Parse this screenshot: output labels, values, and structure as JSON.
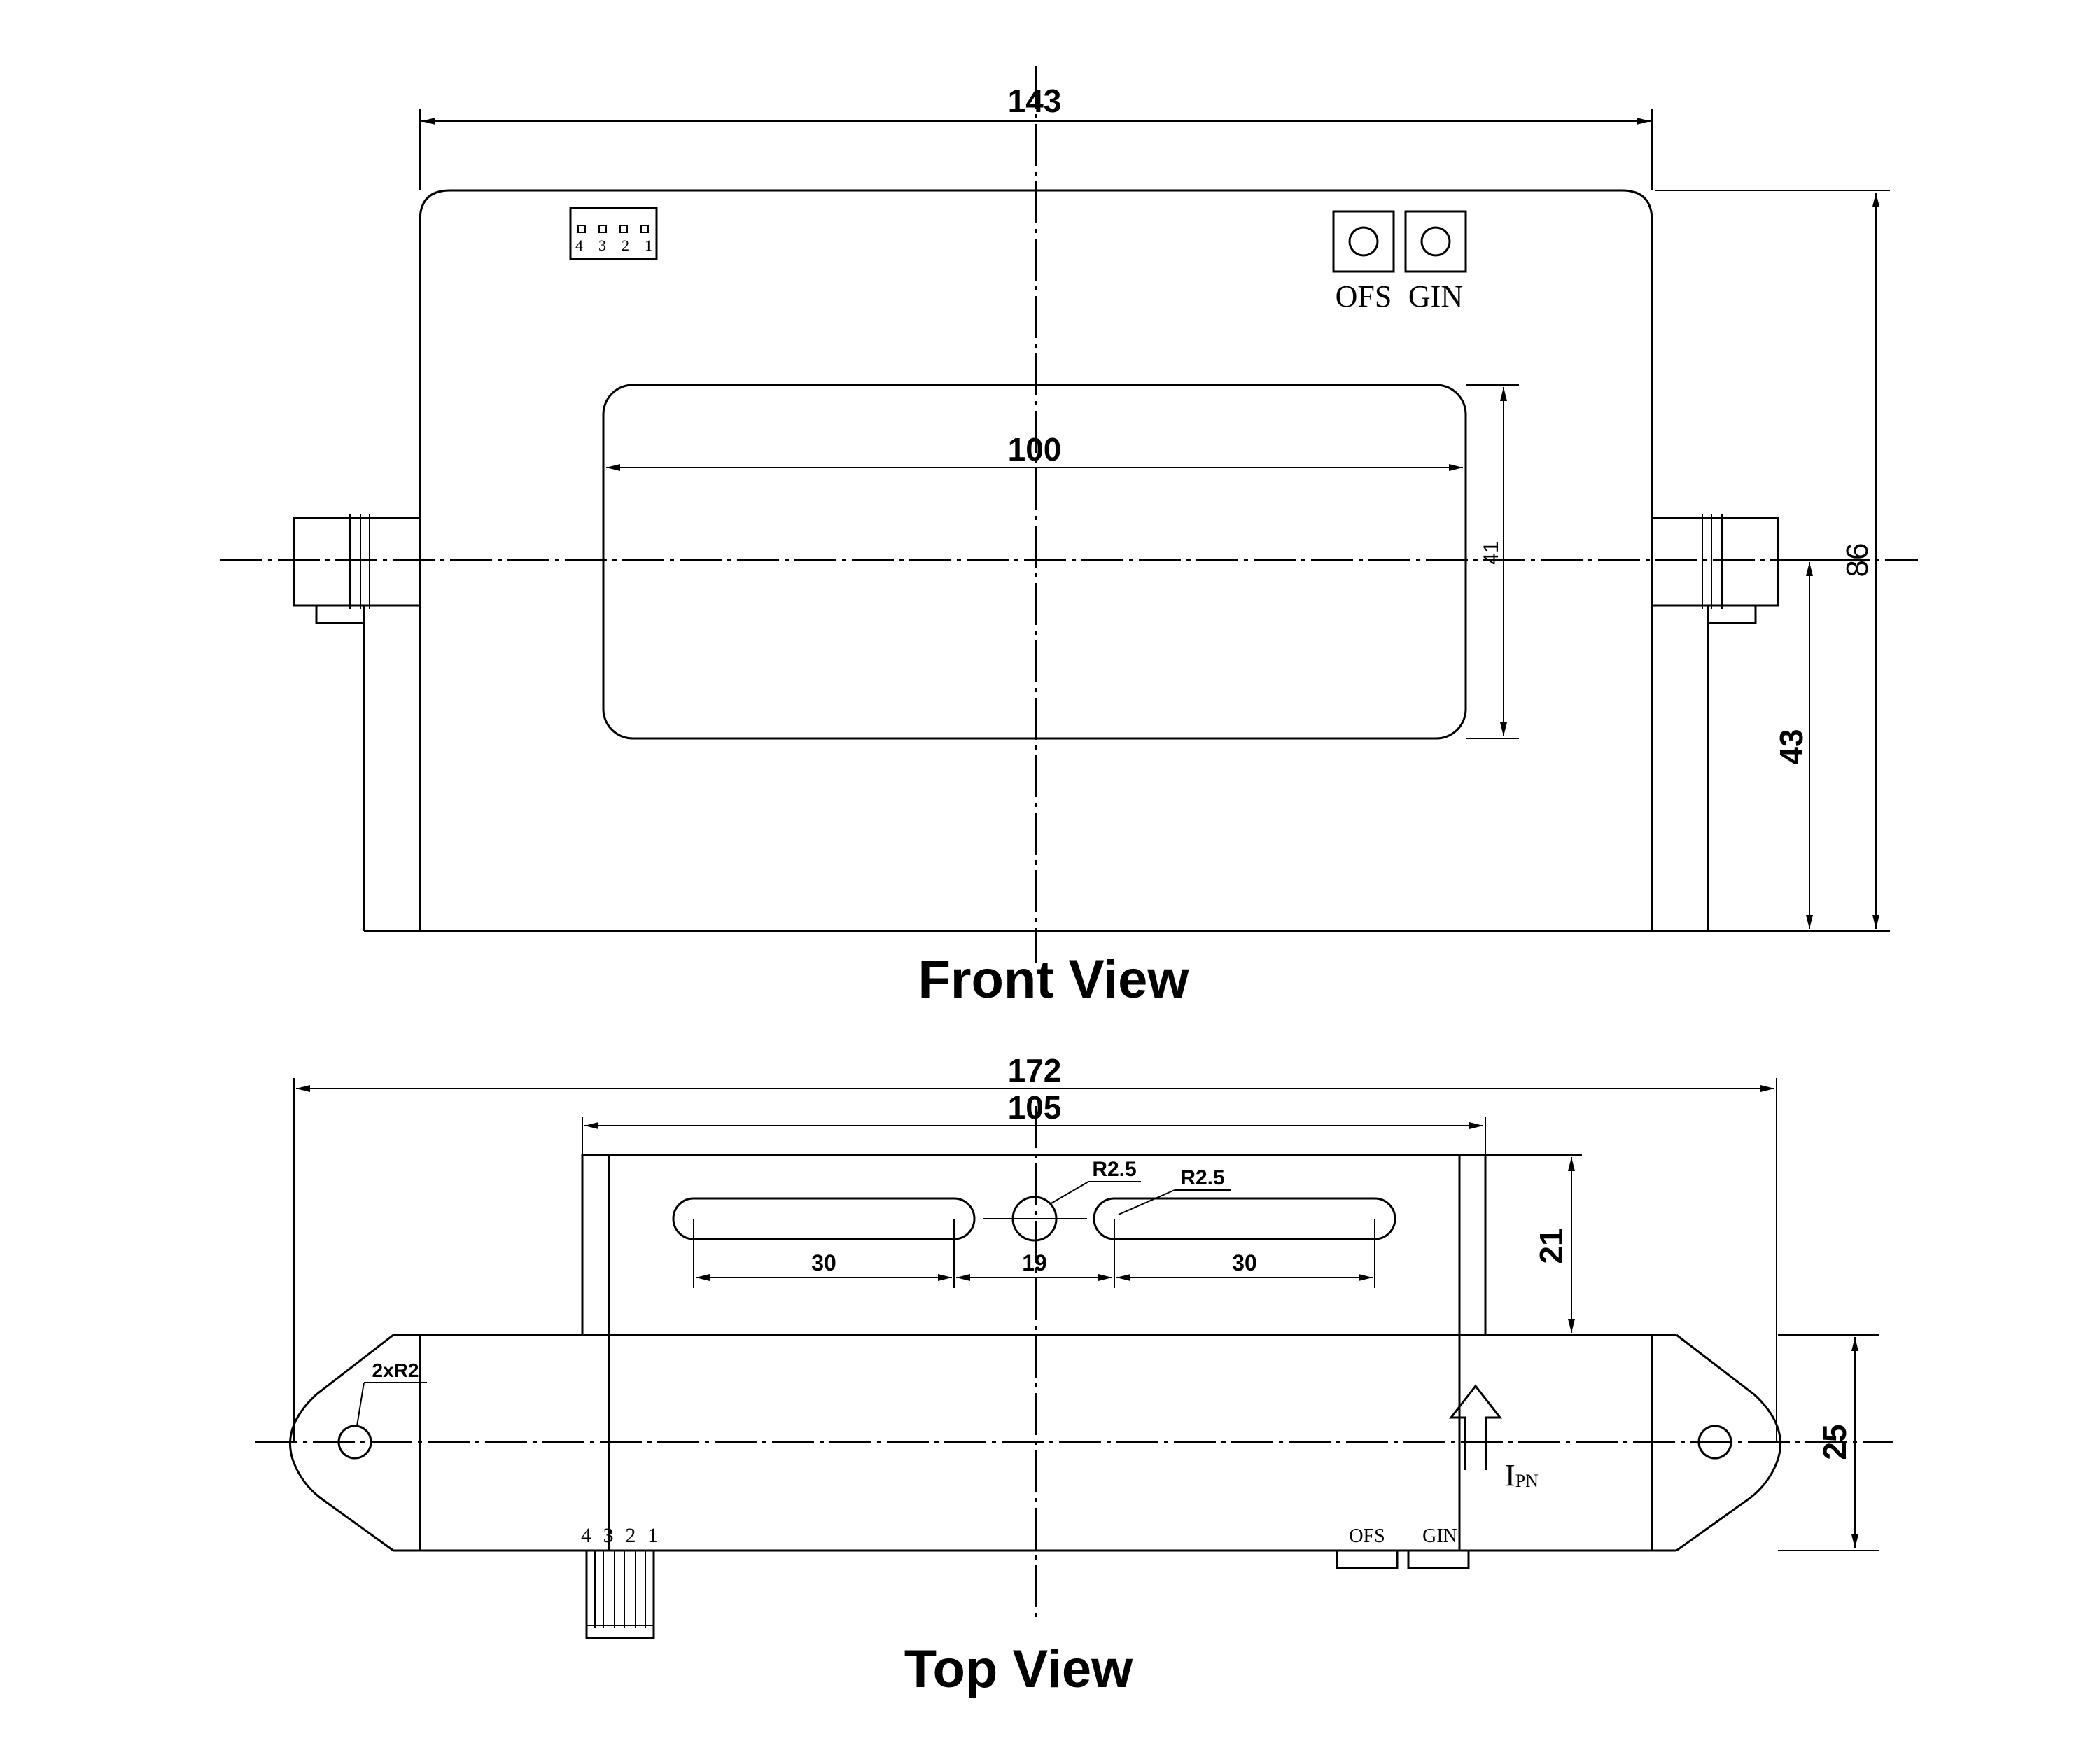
{
  "front_view": {
    "title": "Front View",
    "dim_overall_width": "143",
    "dim_window_width": "100",
    "dim_window_height": "41",
    "dim_overall_height": "86",
    "dim_center_height": "43",
    "connector_pins": "4 3 2 1",
    "pot_ofs_label": "OFS",
    "pot_gin_label": "GIN"
  },
  "top_view": {
    "title": "Top View",
    "dim_overall_length": "172",
    "dim_base_length": "105",
    "dim_slot_left": "30",
    "dim_slot_gap": "19",
    "dim_slot_right": "30",
    "dim_hole_radius": "R2.5",
    "dim_slot_radius": "R2.5",
    "dim_mount_holes": "2xR2",
    "dim_base_height": "21",
    "dim_body_depth": "25",
    "current_label": "I",
    "current_subscript": "PN",
    "connector_pins": "4 3 2 1",
    "pot_ofs_label": "OFS",
    "pot_gin_label": "GIN"
  }
}
